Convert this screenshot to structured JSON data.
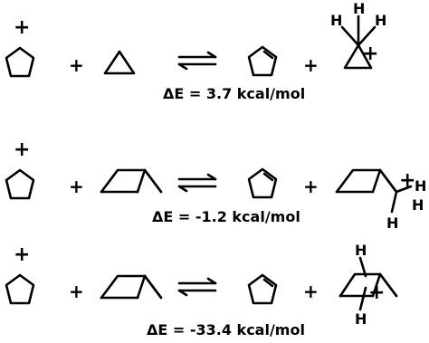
{
  "symbols": {
    "plus": "+",
    "charge": "+",
    "hydrogen": "H"
  },
  "reactions": [
    {
      "energy": "ΔE = 3.7 kcal/mol"
    },
    {
      "energy": "ΔE = -1.2 kcal/mol"
    },
    {
      "energy": "ΔE = -33.4 kcal/mol"
    }
  ]
}
